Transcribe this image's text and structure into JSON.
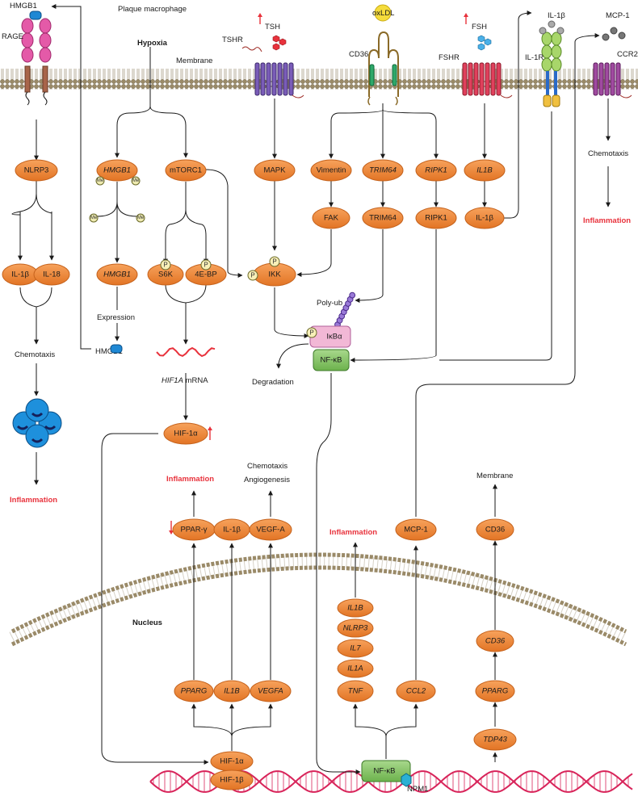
{
  "labels": {
    "hmgb1_top": "HMGB1",
    "plaque": "Plaque macrophage",
    "rage": "RAGE",
    "hypoxia": "Hypoxia",
    "membrane": "Membrane",
    "tshr": "TSHR",
    "tsh": "TSH",
    "oxldl": "oxLDL",
    "cd36_rec": "CD36",
    "fsh": "FSH",
    "fshr": "FSHR",
    "il1b_top": "IL-1β",
    "il1r": "IL-1R",
    "mcp1_top": "MCP-1",
    "ccr2": "CCR2",
    "chemotaxis_ccr2": "Chemotaxis",
    "inflammation_ccr2": "Inflammation",
    "me": "Me",
    "p": "P",
    "expression": "Expression",
    "hmgb1_released": "HMGB1",
    "chemotaxis_left": "Chemotaxis",
    "inflammation_left": "Inflammation",
    "hif1a_mrna": "HIF1A",
    "mrna_suffix": " mRNA",
    "polyub": "Poly-ub",
    "degradation": "Degradation",
    "inflammation_pparg": "Inflammation",
    "chemotaxis_vegf": "Chemotaxis",
    "angiogenesis": "Angiogenesis",
    "membrane_cd36": "Membrane",
    "inflammation_nfkb": "Inflammation",
    "nucleus": "Nucleus",
    "npm1": "NPM1"
  },
  "nodes": {
    "nlrp3": "NLRP3",
    "hmgb1_me": "HMGB1",
    "mtorc1": "mTORC1",
    "mapk": "MAPK",
    "vimentin": "Vimentin",
    "trim64_gene": "TRIM64",
    "ripk1_gene": "RIPK1",
    "il1b_gene": "IL1B",
    "fak": "FAK",
    "trim64": "TRIM64",
    "ripk1": "RIPK1",
    "il1b_prot": "IL-1β",
    "il1b_l": "IL-1β",
    "il18": "IL-18",
    "hmgb1_gene": "HMGB1",
    "s6k": "S6K",
    "ebp": "4E-BP",
    "ikk": "IKK",
    "ikba": "IκBα",
    "nfkb": "NF-κB",
    "hif1a": "HIF-1α",
    "pparg_prot": "PPAR-γ",
    "il1b_mid": "IL-1β",
    "vegfa_prot": "VEGF-A",
    "mcp1": "MCP-1",
    "cd36_prot": "CD36",
    "il1b_nuc": "IL1B",
    "nlrp3_nuc": "NLRP3",
    "il7": "IL7",
    "il1a": "IL1A",
    "tnf": "TNF",
    "ccl2": "CCL2",
    "cd36_gene": "CD36",
    "pparg_gene2": "PPARG",
    "tdp43": "TDP43",
    "pparg_gene": "PPARG",
    "il1b_gene2": "IL1B",
    "vegfa_gene": "VEGFA",
    "hif1a_dna": "HIF-1α",
    "hif1b_dna": "HIF-1β",
    "nfkb_dna": "NF-κB"
  },
  "colors": {
    "node_fill": "#f08a3c",
    "node_stroke": "#c5621c",
    "nfkb_fill": "#8cc870",
    "ikba_fill": "#f2b8d6",
    "accent_red": "#e8323c",
    "dna": "#d8245a",
    "membrane_brown": "#8a7a5c"
  }
}
